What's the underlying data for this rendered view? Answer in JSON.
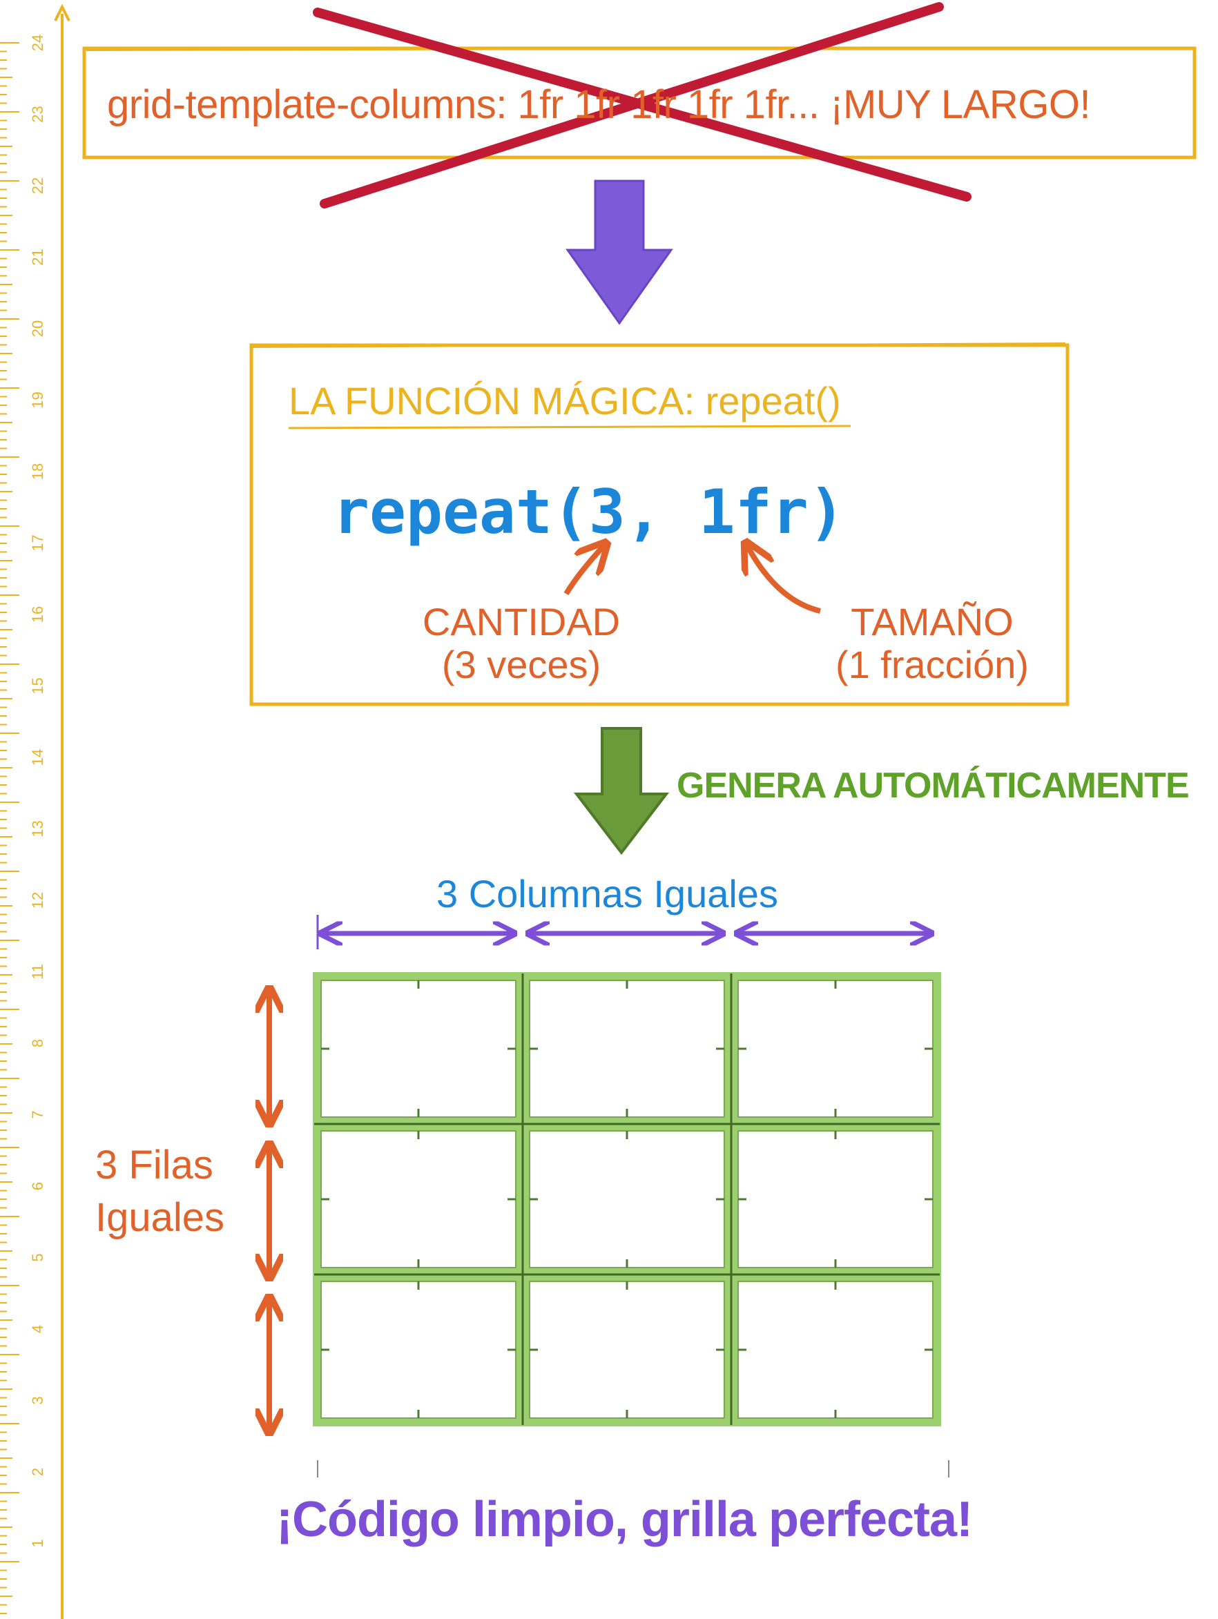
{
  "ruler": {
    "labels": [
      "24",
      "23",
      "22",
      "21",
      "20",
      "19",
      "18",
      "17",
      "16",
      "15",
      "14",
      "13",
      "12",
      "11",
      "8",
      "7",
      "6",
      "5",
      "4",
      "3",
      "2",
      "1"
    ]
  },
  "old_code": {
    "text": "grid-template-columns: 1fr 1fr 1fr 1fr 1fr... ¡MUY LARGO!"
  },
  "function_box": {
    "title": "LA FUNCIÓN MÁGICA: repeat()",
    "code": "repeat(3, 1fr)",
    "quantity_label": "CANTIDAD",
    "quantity_detail": "(3 veces)",
    "size_label": "TAMAÑO",
    "size_detail": "(1 fracción)"
  },
  "generates_label": "GENERA AUTOMÁTICAMENTE",
  "grid": {
    "columns_label": "3 Columnas Iguales",
    "rows_label_line1": "3 Filas",
    "rows_label_line2": "Iguales",
    "columns": 3,
    "rows": 3
  },
  "footer": "¡Código limpio, grilla perfecta!",
  "colors": {
    "ruler": "#ecb31f",
    "orange": "#e0622a",
    "blue": "#1c86d8",
    "purple": "#7c4fd6",
    "green": "#5fa22a",
    "cross": "#c01a35",
    "grid_line": "#9ccf6e"
  }
}
